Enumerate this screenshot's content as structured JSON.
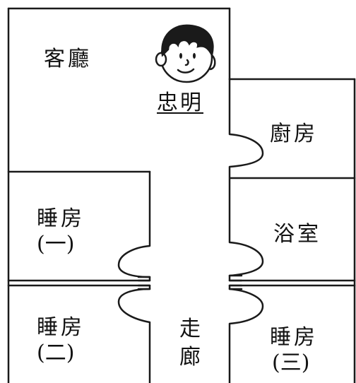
{
  "rooms": {
    "living_room": "客廳",
    "kitchen": "廚房",
    "bathroom": "浴室",
    "bedroom_1": {
      "name": "睡房",
      "number": "(一)"
    },
    "bedroom_2": {
      "name": "睡房",
      "number": "(二)"
    },
    "bedroom_3": {
      "name": "睡房",
      "number": "(三)"
    },
    "corridor": {
      "line1": "走",
      "line2": "廊"
    }
  },
  "person": {
    "name": "忠明",
    "icon": "boy-face-icon"
  },
  "colors": {
    "line": "#1a1a1a",
    "background": "#ffffff"
  }
}
